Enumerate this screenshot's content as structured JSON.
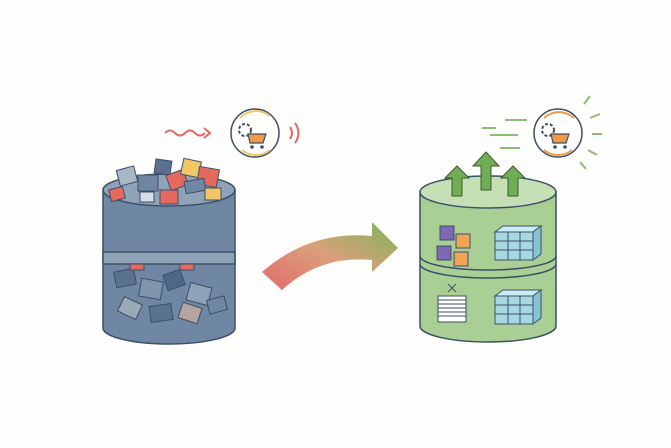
{
  "illustration": {
    "subject": "messy-to-organized-data-transformation",
    "colors": {
      "background": "#fdfdfc",
      "left_cylinder": "#6f87a3",
      "left_cylinder_dark": "#5a7190",
      "outline": "#3d4f66",
      "chaos_red": "#e46a5e",
      "chaos_yellow": "#f1c768",
      "chaos_gray": "#a9b6c6",
      "right_cylinder": "#a9cf94",
      "right_cylinder_light": "#c6e0b6",
      "arrow_green": "#6fae55",
      "puzzle_purple": "#7d68b3",
      "puzzle_orange": "#f0a255",
      "cube_blue": "#a6d8e3",
      "cart_orange": "#ef9a4a",
      "squiggle_red": "#e0676a",
      "burst_green": "#8cbf73"
    },
    "icons": [
      "gear-cart-icon-slow",
      "gear-cart-icon-fast",
      "transform-arrow",
      "upload-arrows",
      "puzzle-icon",
      "data-cubes-icon",
      "document-stack-icon"
    ]
  }
}
